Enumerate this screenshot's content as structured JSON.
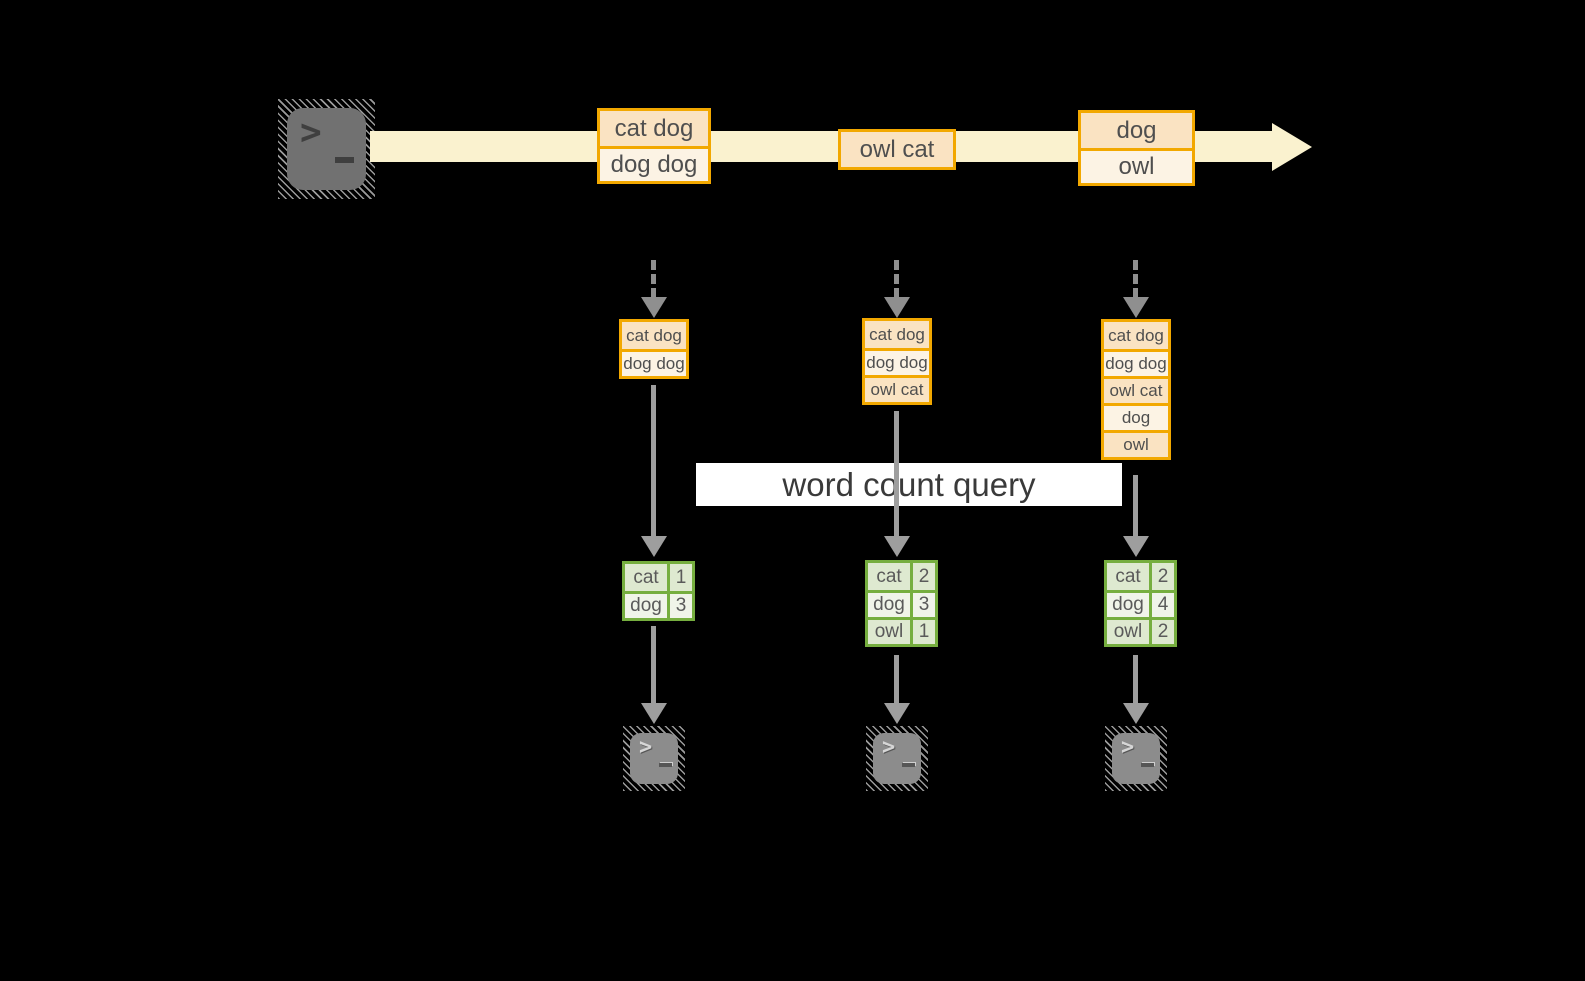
{
  "query": {
    "label": "word count query"
  },
  "icons": {
    "terminal_prompt": ">",
    "terminal_cursor": "_"
  },
  "stream": {
    "batches": [
      {
        "lines": [
          "cat dog",
          "dog dog"
        ]
      },
      {
        "lines": [
          "owl cat"
        ]
      },
      {
        "lines": [
          "dog",
          "owl"
        ]
      }
    ]
  },
  "columns": [
    {
      "state": [
        "cat dog",
        "dog dog"
      ],
      "counts": [
        {
          "word": "cat",
          "count": "1"
        },
        {
          "word": "dog",
          "count": "3"
        }
      ]
    },
    {
      "state": [
        "cat dog",
        "dog dog",
        "owl cat"
      ],
      "counts": [
        {
          "word": "cat",
          "count": "2"
        },
        {
          "word": "dog",
          "count": "3"
        },
        {
          "word": "owl",
          "count": "1"
        }
      ]
    },
    {
      "state": [
        "cat dog",
        "dog dog",
        "owl cat",
        "dog",
        "owl"
      ],
      "counts": [
        {
          "word": "cat",
          "count": "2"
        },
        {
          "word": "dog",
          "count": "4"
        },
        {
          "word": "owl",
          "count": "2"
        }
      ]
    }
  ],
  "colors": {
    "background": "#000000",
    "stream_band": "#faf2cf",
    "orange_border": "#f2a800",
    "cell_peach": "#fae3c2",
    "cell_cream": "#fcf3e4",
    "green_border": "#76ae3f",
    "green_row_dark": "#dee9d0",
    "green_row_light": "#f0f4e9",
    "arrow_gray": "#9e9e9e",
    "terminal_gray": "#717171",
    "query_box_bg": "#ffffff"
  }
}
